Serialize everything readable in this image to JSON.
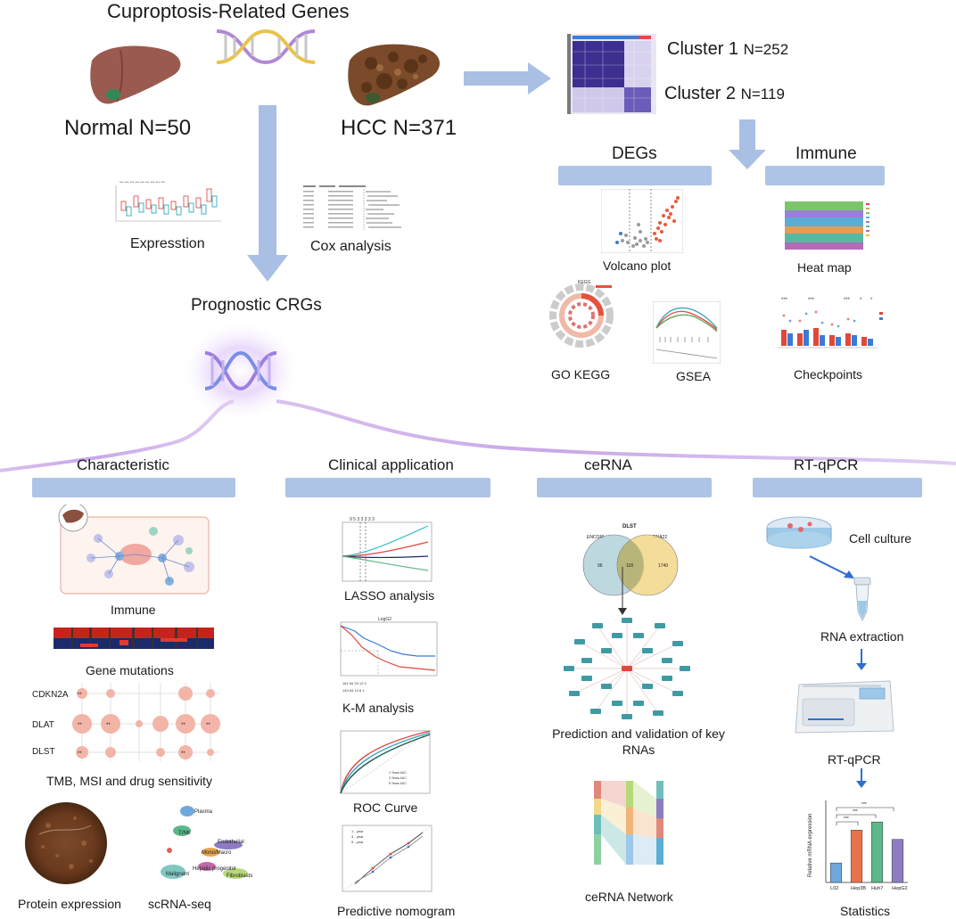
{
  "header": {
    "title": "Cuproptosis-Related Genes",
    "normal_label": "Normal N=50",
    "hcc_label": "HCC N=371",
    "cluster1_label": "Cluster 1",
    "cluster1_n": "N=252",
    "cluster2_label": "Cluster 2",
    "cluster2_n": "N=119"
  },
  "left_top": {
    "expression_label": "Expresstion",
    "cox_label": "Cox analysis",
    "prognostic_label": "Prognostic CRGs",
    "expression_stars": [
      "***",
      "***",
      "***",
      "***",
      "***",
      "***",
      "***",
      "***",
      "***",
      "***"
    ]
  },
  "right_top": {
    "degs_label": "DEGs",
    "immune_label": "Immune",
    "volcano_label": "Volcano plot",
    "heatmap_label": "Heat map",
    "gokegg_label": "GO KEGG",
    "gsea_label": "GSEA",
    "checkpoints_label": "Checkpoints",
    "go_panel_title": "KEGG"
  },
  "sections": {
    "characteristic": "Characteristic",
    "clinical": "Clinical application",
    "cerna": "ceRNA",
    "rtqpcr": "RT-qPCR"
  },
  "characteristic": {
    "immune_label": "Immune",
    "mutations_label": "Gene mutations",
    "tmb_label": "TMB, MSI and drug sensitivity",
    "genes": [
      "CDKN2A",
      "DLAT",
      "DLST"
    ],
    "protein_label": "Protein expression",
    "scrna_label": "scRNA-seq",
    "scrna_clusters": [
      "Plasma",
      "T/NK",
      "Endothelial",
      "Mono/Macro",
      "Hepatic progenitor",
      "Malignant",
      "Fibroblasts"
    ]
  },
  "clinical": {
    "lasso_label": "LASSO analysis",
    "km_label": "K-M analysis",
    "km_title": "LogG2",
    "roc_label": "ROC Curve",
    "nomogram_label": "Predictive nomogram",
    "nomogram_legend": [
      "1 - year",
      "3 - year",
      "5 - year"
    ]
  },
  "cerna": {
    "venn_title": "DLST",
    "venn_left": "ENCORI",
    "venn_right": "RNA22",
    "venn_left_only": "96",
    "venn_overlap": "118",
    "venn_right_only": "1740",
    "prediction_label": "Prediction and validation of key RNAs",
    "network_label": "ceRNA Network"
  },
  "rtqpcr": {
    "cell_culture_label": "Cell culture",
    "rna_extraction_label": "RNA extraction",
    "rtqpcr_label": "RT-qPCR",
    "statistics_label": "Statistics",
    "stats_ylabel": "Relative mRNA expression",
    "stats_sig": [
      "***",
      "***",
      "***"
    ]
  },
  "colors": {
    "bar": "#aec4e6",
    "arrow": "#a9bfe4",
    "blue_arrow": "#2f6fd0",
    "accent_purple": "#c9a7e8"
  },
  "chart_data": {
    "type": "bar",
    "title": "",
    "xlabel": "",
    "ylabel": "Relative mRNA expression",
    "categories": [
      "L02",
      "Hep3B",
      "Huh7",
      "HepG2"
    ],
    "values": [
      0.95,
      2.55,
      2.95,
      2.1
    ],
    "ylim": [
      0,
      4
    ],
    "bar_colors": [
      "#6fa8dc",
      "#e8734a",
      "#5cb88a",
      "#8e7cc3"
    ]
  }
}
